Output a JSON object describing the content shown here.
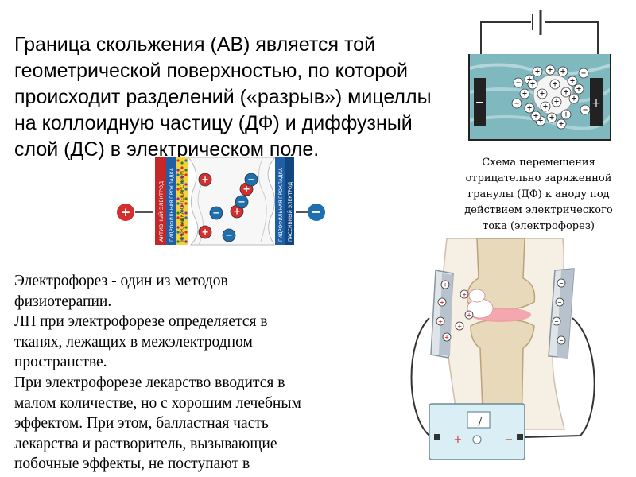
{
  "title_lines": [
    "Граница скольжения (АВ) является той",
    "геометрической поверхностью, по которой",
    "происходит разделений («разрыв») мицеллы",
    "на коллоидную частицу (ДФ) и диффузный",
    "слой (ДС) в электрическом поле."
  ],
  "caption_lines": [
    "Схема перемещения",
    "отрицательно заряженной",
    "гранулы (ДФ) к аноду под",
    "действием электрического",
    "тока (электрофорез)"
  ],
  "body_lines": [
    "Электрофорез - один из методов",
    "физиотерапии.",
    "ЛП при электрофорезе определяется в",
    "тканях, лежащих в межэлектродном",
    "пространстве.",
    "При электрофорезе лекарство вводится в",
    "малом количестве, но с хорошим лечебным",
    "эффектом. При этом, балластная часть",
    "лекарства и растворитель, вызывающие",
    "побочные эффекты, не поступают в"
  ],
  "diagram": {
    "labels": {
      "active_electrode": "АКТИВНЫЙ ЭЛЕКТРОД",
      "hydrophilic_pad_left": "ГИДРОФИЛЬНАЯ ПРОКЛАДКА",
      "drug_pad": "ПРОКЛАДКА С ЛЕКАРСТВОМ",
      "hydrophilic_pad_right": "ГИДРОФИЛЬНАЯ ПРОКЛАДКА",
      "passive_electrode": "ПАССИВНЫЙ ЭЛЕКТРОД"
    },
    "plus_sign": "+",
    "minus_sign": "−"
  },
  "beaker": {
    "plus_sign": "+",
    "minus_sign": "−"
  },
  "device": {
    "plus_sign": "+",
    "minus_sign": "−"
  },
  "colors": {
    "plus_ion": "#d32f2f",
    "minus_ion": "#1e6fb0",
    "electrode_red": "#c62828",
    "electrode_blue": "#1f5fa8",
    "water": "#7fb8bf",
    "device_panel": "#d9eef5"
  }
}
